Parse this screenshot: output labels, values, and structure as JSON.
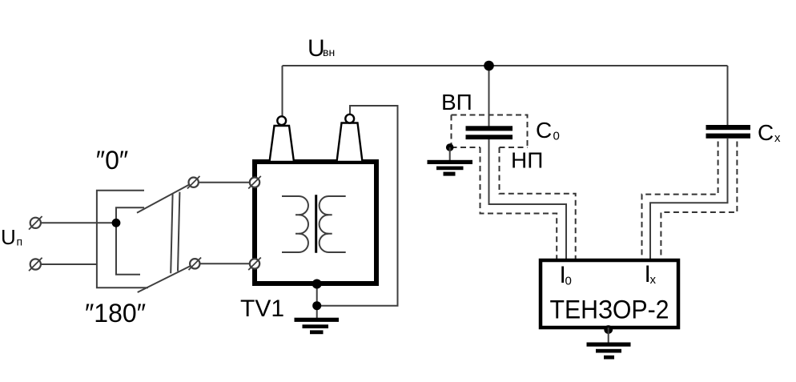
{
  "labels": {
    "supply_voltage": {
      "base": "U",
      "sub": "п"
    },
    "hv_voltage": {
      "base": "U",
      "sub": "вн"
    },
    "switch_position_top": "″0″",
    "switch_position_bottom": "″180″",
    "transformer": "TV1",
    "hp_screen": "ВП",
    "lp_screen": "НП",
    "reference_capacitor": {
      "base": "C",
      "sub": "0"
    },
    "test_capacitor": {
      "base": "C",
      "sub": "x"
    },
    "reference_current_input": {
      "base": "I",
      "sub": "0"
    },
    "test_current_input": {
      "base": "I",
      "sub": "x"
    },
    "device_name": "ТЕНЗОР-2"
  },
  "colors": {
    "ink": "#000000",
    "line": "#3f3f3f",
    "background": "#ffffff"
  }
}
